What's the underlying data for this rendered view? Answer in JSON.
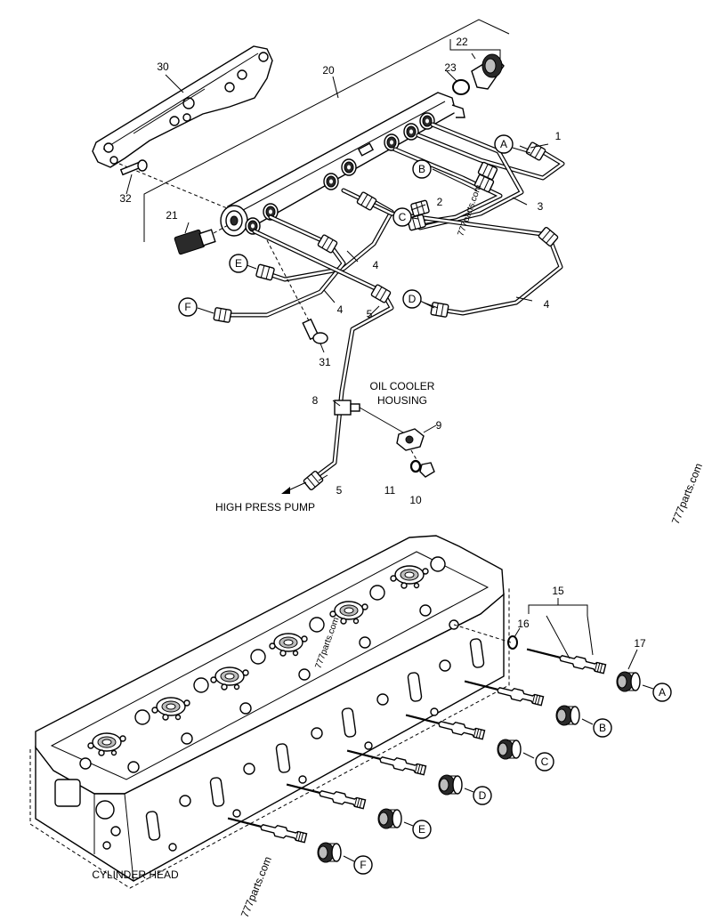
{
  "labels": {
    "l1": "1",
    "l2": "2",
    "l3": "3",
    "l4a": "4",
    "l4b": "4",
    "l4c": "4",
    "l4d": "4",
    "l5a": "5",
    "l5b": "5",
    "l8": "8",
    "l9": "9",
    "l10": "10",
    "l11": "11",
    "l15": "15",
    "l16": "16",
    "l17": "17",
    "l20": "20",
    "l21": "21",
    "l22": "22",
    "l23": "23",
    "l30": "30",
    "l31": "31",
    "l32": "32"
  },
  "callouts": {
    "a1": "A",
    "b1": "B",
    "c1": "C",
    "d1": "D",
    "e1": "E",
    "f1": "F",
    "a2": "A",
    "b2": "B",
    "c2": "C",
    "d2": "D",
    "e2": "E",
    "f2": "F"
  },
  "captions": {
    "oil_cooler_1": "OIL COOLER",
    "oil_cooler_2": "HOUSING",
    "high_press_pump": "HIGH PRESS PUMP",
    "cylinder_head": "CYLINDER HEAD"
  },
  "watermarks": {
    "right": "777parts.com",
    "bottom": "777parts.com",
    "mid1": "777parts.com",
    "mid2": "777parts.com"
  }
}
